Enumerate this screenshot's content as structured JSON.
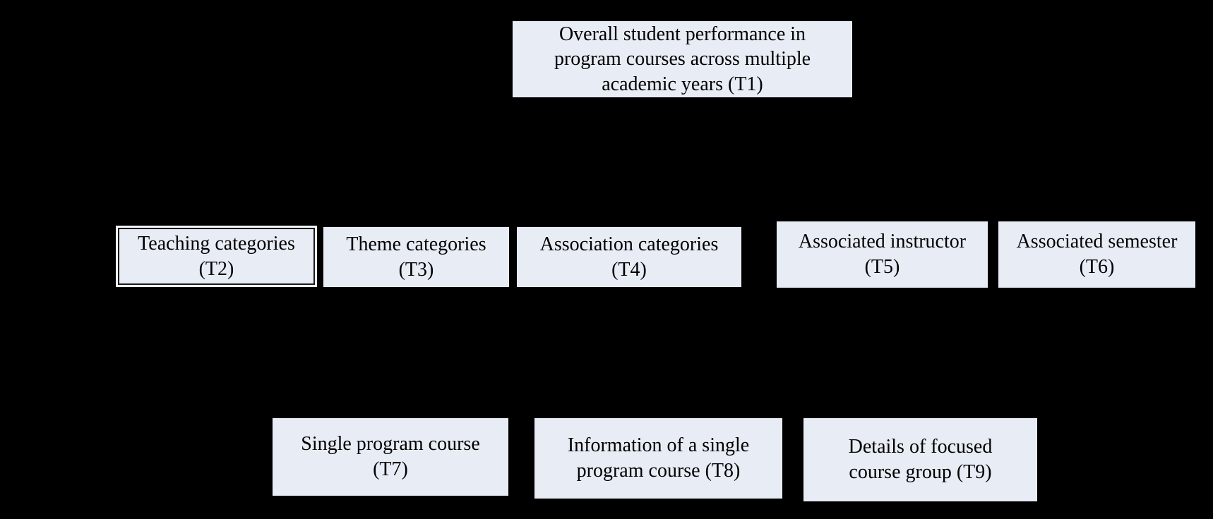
{
  "diagram": {
    "background_color": "#000000",
    "node_fill_color": "#e8ecf5",
    "node_text_color": "#000000",
    "highlighted_node_border_color": "#1a1a1a",
    "nodes": [
      {
        "id": "T1",
        "label": "Overall student performance in\nprogram courses across multiple\nacademic years (T1)",
        "highlighted": false
      },
      {
        "id": "T2",
        "label": "Teaching categories\n(T2)",
        "highlighted": true
      },
      {
        "id": "T3",
        "label": "Theme categories\n(T3)",
        "highlighted": false
      },
      {
        "id": "T4",
        "label": "Association categories\n(T4)",
        "highlighted": false
      },
      {
        "id": "T5",
        "label": "Associated instructor\n(T5)",
        "highlighted": false
      },
      {
        "id": "T6",
        "label": "Associated semester\n(T6)",
        "highlighted": false
      },
      {
        "id": "T7",
        "label": "Single program course\n(T7)",
        "highlighted": false
      },
      {
        "id": "T8",
        "label": "Information of a single\nprogram course (T8)",
        "highlighted": false
      },
      {
        "id": "T9",
        "label": "Details of focused\ncourse group (T9)",
        "highlighted": false
      }
    ]
  }
}
